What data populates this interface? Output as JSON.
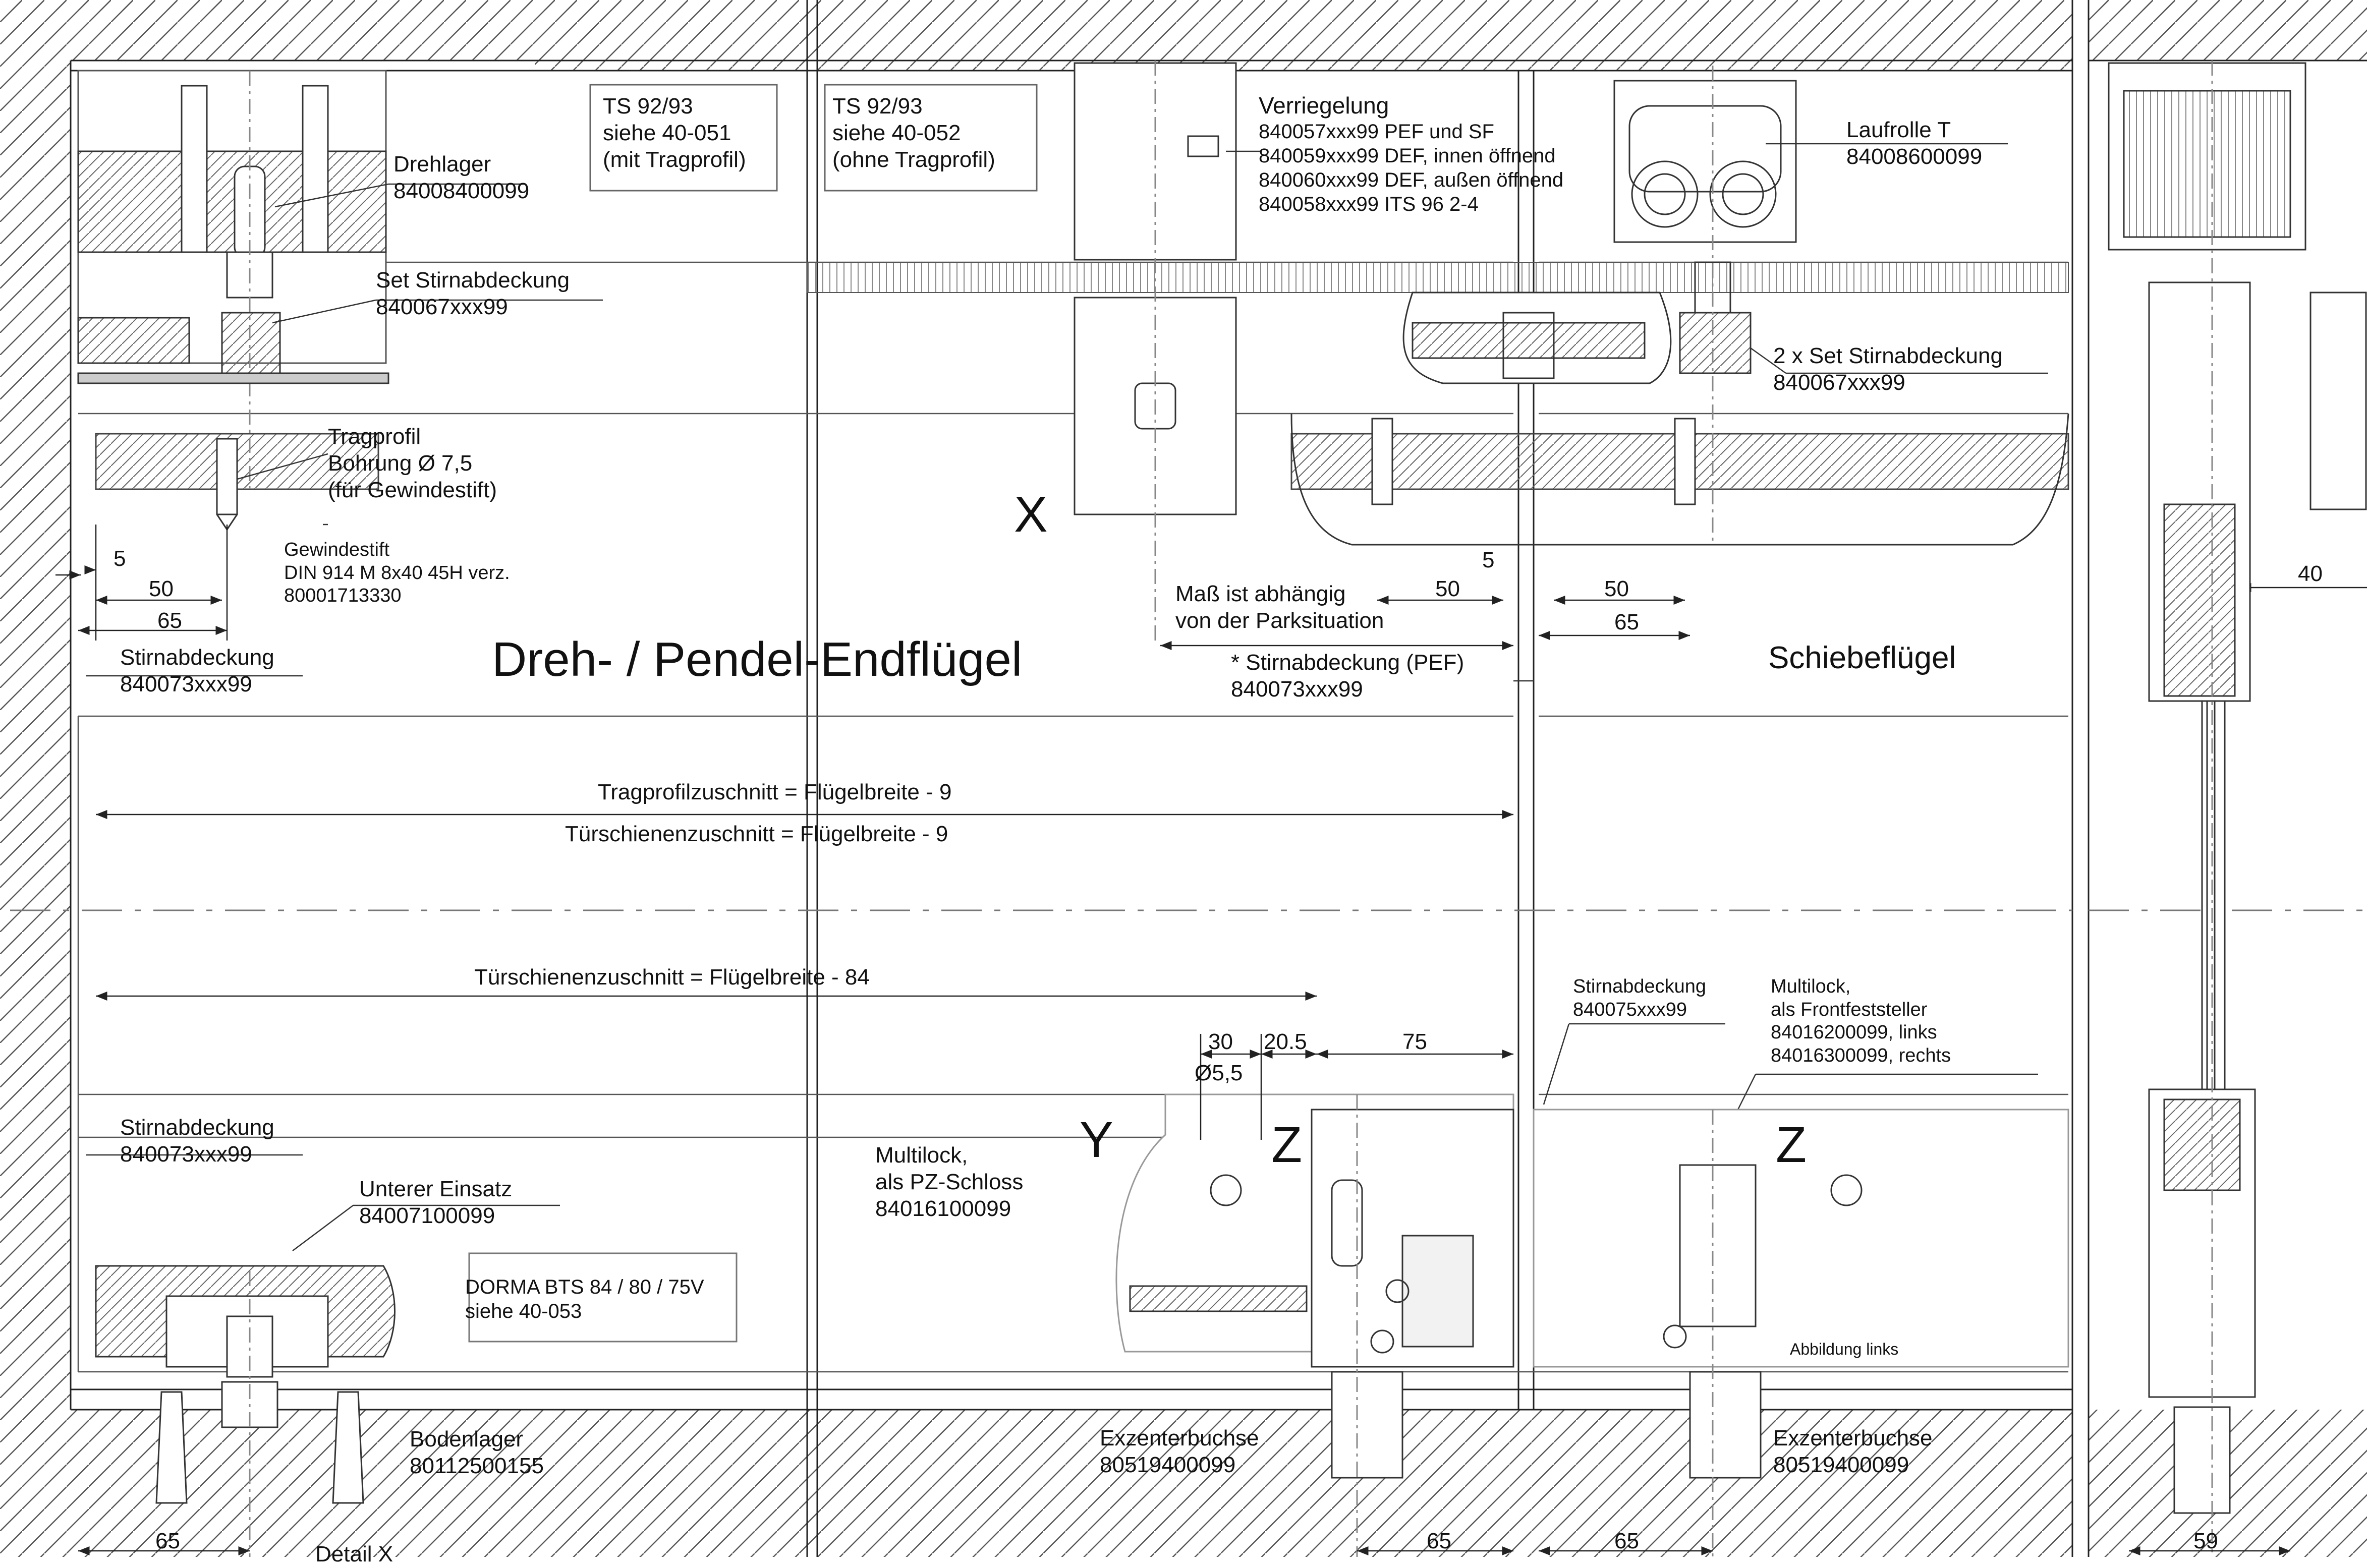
{
  "drawing": {
    "title_left": "Dreh- / Pendel-Endflügel",
    "title_right": "Schiebeflügel",
    "detail_letters": {
      "x": "X",
      "y": "Y",
      "z1": "Z",
      "z2": "Z"
    },
    "boxes": {
      "ts_with": [
        "TS 92/93",
        "siehe 40-051",
        "(mit Tragprofil)"
      ],
      "ts_without": [
        "TS 92/93",
        "siehe 40-052",
        "(ohne Tragprofil)"
      ],
      "bts": [
        "DORMA BTS 84 / 80 / 75V",
        "siehe 40-053"
      ]
    },
    "parts": {
      "drehlager": [
        "Drehlager",
        "84008400099"
      ],
      "set_stirnabdeckung": [
        "Set Stirnabdeckung",
        "840067xxx99"
      ],
      "tragprofil": [
        "Tragprofil",
        "Bohrung Ø 7,5",
        "(für Gewindestift)"
      ],
      "gewindestift": [
        "Gewindestift",
        "DIN 914 M 8x40 45H verz.",
        "80001713330"
      ],
      "stirnabdeckung_top": [
        "Stirnabdeckung",
        "840073xxx99"
      ],
      "verriegelung": [
        "Verriegelung",
        "840057xxx99 PEF und SF",
        "840059xxx99 DEF, innen öffnend",
        "840060xxx99 DEF, außen öffnend",
        "840058xxx99 ITS 96 2-4"
      ],
      "laufrolle": [
        "Laufrolle T",
        "84008600099"
      ],
      "set2": [
        "2 x Set Stirnabdeckung",
        "840067xxx99"
      ],
      "mass": [
        "Maß ist abhängig",
        "von der Parksituation"
      ],
      "stirn_pef": [
        "* Stirnabdeckung (PEF)",
        "840073xxx99"
      ],
      "stirnabdeckung_bottom": [
        "Stirnabdeckung",
        "840073xxx99"
      ],
      "unterer": [
        "Unterer Einsatz",
        "84007100099"
      ],
      "bodenlager": [
        "Bodenlager",
        "80112500155"
      ],
      "multilock_pz": [
        "Multilock,",
        "als PZ-Schloss",
        "84016100099"
      ],
      "exzenter1": [
        "Exzenterbuchse",
        "80519400099"
      ],
      "stirn_075": [
        "Stirnabdeckung",
        "840075xxx99"
      ],
      "multilock_front": [
        "Multilock,",
        "als Frontfeststeller",
        "84016200099, links",
        "84016300099, rechts"
      ],
      "exzenter2": [
        "Exzenterbuchse",
        "80519400099"
      ],
      "abbildung": "Abbildung links",
      "detail_x": "Detail X"
    },
    "formulas": {
      "tragprofil": "Tragprofilzuschnitt = Flügelbreite - 9",
      "tuerschiene_top": "Türschienenzuschnitt = Flügelbreite - 9",
      "tuerschiene_bottom": "Türschienenzuschnitt = Flügelbreite - 84"
    },
    "dimensions": {
      "d5_left": "5",
      "d50_left": "50",
      "d65_left": "65",
      "d5_mid": "5",
      "d50_mid": "50",
      "d50_right": "50",
      "d65_right": "65",
      "d40": "40",
      "d30": "30",
      "d20_5": "20.5",
      "d75": "75",
      "d_bore": "Ø5,5",
      "d65_bl": "65",
      "d65_b1": "65",
      "d65_b2": "65",
      "d59": "59"
    }
  }
}
